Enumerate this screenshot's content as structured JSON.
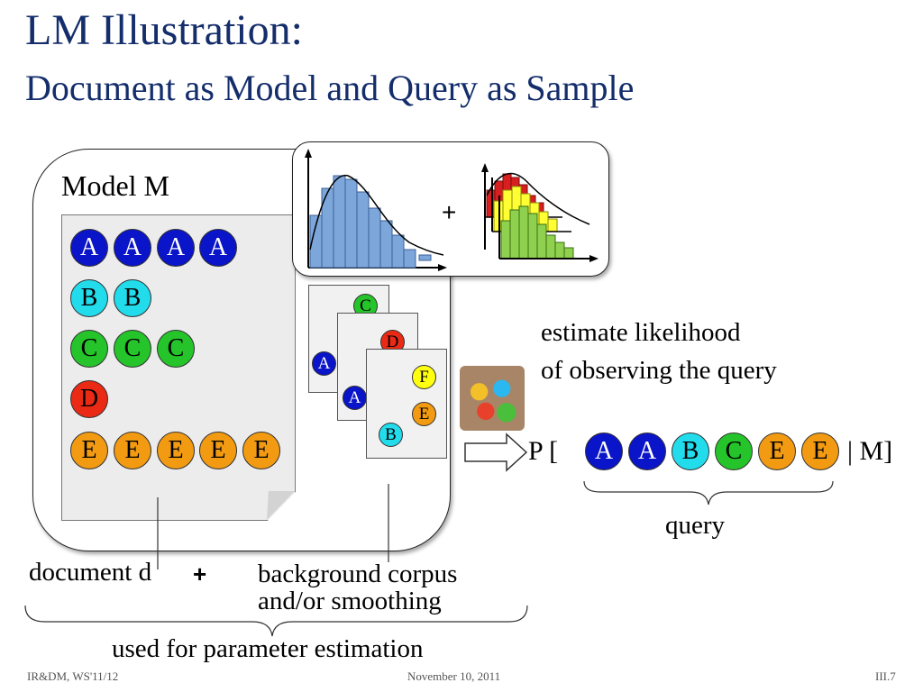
{
  "slide": {
    "title": "LM Illustration:",
    "subtitle": "Document as Model and Query as Sample"
  },
  "model": {
    "label": "Model M",
    "document_rows": [
      {
        "letter": "A",
        "count": 4,
        "color": "#0a14c8"
      },
      {
        "letter": "B",
        "count": 2,
        "color": "#22dcec"
      },
      {
        "letter": "C",
        "count": 3,
        "color": "#25c42a"
      },
      {
        "letter": "D",
        "count": 1,
        "color": "#ea2a14"
      },
      {
        "letter": "E",
        "count": 5,
        "color": "#f29b12"
      }
    ],
    "plus_sign": "+"
  },
  "background_docs": {
    "doc1": [
      "C",
      "A"
    ],
    "doc2": [
      "D",
      "A"
    ],
    "doc3": [
      "F",
      "E",
      "B"
    ]
  },
  "estimate_text": {
    "line1": "estimate likelihood",
    "line2": "of observing the query"
  },
  "query_formula": {
    "prefix": "P [",
    "tokens": [
      "A",
      "A",
      "B",
      "C",
      "E",
      "E"
    ],
    "suffix": "| M]",
    "brace_label": "query"
  },
  "bottom_labels": {
    "document": "document d",
    "plus": "+",
    "background_line1": "background corpus",
    "background_line2": "and/or smoothing",
    "parameter": "used for parameter estimation"
  },
  "footer": {
    "left": "IR&DM, WS'11/12",
    "center": "November 10, 2011",
    "right": "III.7"
  },
  "colors": {
    "title": "#142d6b",
    "blue": "#0a14c8",
    "cyan": "#22dcec",
    "green": "#25c42a",
    "red": "#ea2a14",
    "orange": "#f29b12",
    "yellow": "#ffff10",
    "histogram": "#7da7db"
  }
}
